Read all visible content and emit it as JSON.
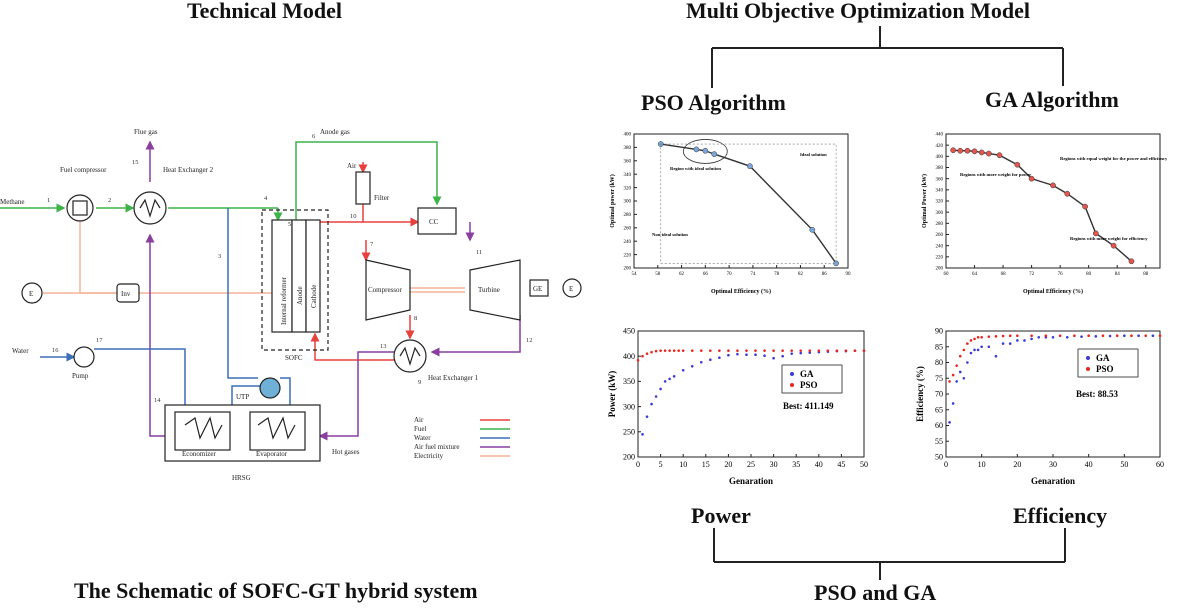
{
  "headings": {
    "technical_model": "Technical Model",
    "moo_model": "Multi Objective Optimization Model",
    "pso_algorithm": "PSO Algorithm",
    "ga_algorithm": "GA Algorithm",
    "power": "Power",
    "efficiency": "Efficiency",
    "pso_and_ga": "PSO and GA",
    "schematic_caption": "The Schematic of SOFC-GT hybrid system"
  },
  "schematic": {
    "labels": {
      "methane": "Methane",
      "fuel_compressor": "Fuel compressor",
      "heat_exchanger_2": "Heat Exchanger 2",
      "flue_gas": "Flue gas",
      "anode_gas": "Anode gas",
      "air": "Air",
      "filter": "Filter",
      "cc": "CC",
      "compressor": "Compressor",
      "turbine": "Turbine",
      "ge": "GE",
      "e": "E",
      "inv": "Inv",
      "internal_reformer": "Internal reformer",
      "anode": "Anode",
      "cathode": "Cathode",
      "sofc": "SOFC",
      "heat_exchanger_1": "Heat Exchanger 1",
      "water": "Water",
      "pump": "Pump",
      "economizer": "Economizer",
      "evaporator": "Evaporator",
      "hrsg": "HRSG",
      "hot_gases": "Hot gases",
      "utp": "UTP"
    },
    "stream_numbers": [
      "1",
      "2",
      "3",
      "4",
      "5",
      "6",
      "7",
      "8",
      "9",
      "10",
      "11",
      "12",
      "13",
      "14",
      "15",
      "16",
      "17"
    ],
    "legend": [
      {
        "label": "Air",
        "color": "#e8413c"
      },
      {
        "label": "Fuel",
        "color": "#3db34a"
      },
      {
        "label": "Water",
        "color": "#3a6fb8"
      },
      {
        "label": "Air fuel mixture",
        "color": "#8a3fa0"
      },
      {
        "label": "Electricity",
        "color": "#f4b49a"
      }
    ]
  },
  "chart_data": [
    {
      "type": "line",
      "panel": "PSO pareto front",
      "xlabel": "Optimal Efficiency (%)",
      "ylabel": "Optimal power (kW)",
      "xlim": [
        54,
        90
      ],
      "ylim": [
        200,
        400
      ],
      "xticks": [
        "54",
        "58",
        "62",
        "66",
        "70",
        "74",
        "78",
        "82",
        "86",
        "90"
      ],
      "yticks": [
        "200",
        "220",
        "240",
        "260",
        "280",
        "300",
        "320",
        "340",
        "360",
        "380",
        "400"
      ],
      "annotations": [
        "Region with ideal solution",
        "Ideal solution",
        "Non-ideal solution"
      ],
      "x": [
        58.5,
        64.5,
        66,
        67.5,
        73.5,
        84,
        88
      ],
      "y": [
        385,
        377,
        375,
        370,
        352,
        257,
        207
      ]
    },
    {
      "type": "line",
      "panel": "GA pareto front",
      "xlabel": "Optimal Efficiency (%)",
      "ylabel": "Optimal Power (kW)",
      "xlim": [
        60,
        90
      ],
      "ylim": [
        200,
        440
      ],
      "xticks": [
        "60",
        "64",
        "68",
        "72",
        "76",
        "80",
        "84",
        "88"
      ],
      "yticks": [
        "200",
        "220",
        "240",
        "260",
        "280",
        "300",
        "320",
        "340",
        "360",
        "380",
        "400",
        "420",
        "440"
      ],
      "annotations": [
        "Regions with equal weight for the power and efficiency",
        "Regions with more weight for power",
        "Regions with more weight for efficiency"
      ],
      "x": [
        61,
        62,
        63,
        64,
        65,
        66,
        67.5,
        70,
        72,
        75,
        77,
        79.5,
        81,
        83.5,
        86
      ],
      "y": [
        411,
        410,
        410,
        409,
        407,
        405,
        402,
        385,
        360,
        348,
        333,
        310,
        262,
        240,
        212
      ]
    },
    {
      "type": "scatter",
      "panel": "Power convergence",
      "xlabel": "Genaration",
      "ylabel": "Power (kW)",
      "xlim": [
        0,
        50
      ],
      "ylim": [
        200,
        450
      ],
      "xticks": [
        "0",
        "5",
        "10",
        "15",
        "20",
        "25",
        "30",
        "35",
        "40",
        "45",
        "50"
      ],
      "yticks": [
        "200",
        "250",
        "300",
        "350",
        "400",
        "450"
      ],
      "legend": [
        "GA",
        "PSO"
      ],
      "best_label": "Best: 411.149",
      "series": [
        {
          "name": "GA",
          "color": "#3b3bd6",
          "x": [
            1,
            2,
            3,
            4,
            5,
            6,
            7,
            8,
            10,
            12,
            14,
            16,
            18,
            20,
            22,
            24,
            26,
            28,
            30,
            32,
            34,
            36,
            38,
            40,
            42,
            44,
            46,
            48,
            50
          ],
          "y": [
            245,
            280,
            305,
            320,
            335,
            350,
            355,
            360,
            372,
            380,
            388,
            393,
            397,
            402,
            404,
            403,
            403,
            401,
            396,
            400,
            405,
            406,
            407,
            408,
            409,
            410,
            410,
            411,
            411
          ]
        },
        {
          "name": "PSO",
          "color": "#e8251e",
          "x": [
            0,
            1,
            2,
            3,
            4,
            5,
            6,
            7,
            8,
            9,
            10,
            12,
            14,
            16,
            18,
            20,
            22,
            24,
            26,
            28,
            30,
            32,
            34,
            36,
            38,
            40,
            42,
            44,
            46,
            48,
            50
          ],
          "y": [
            392,
            400,
            405,
            408,
            410,
            411,
            411,
            411,
            411,
            411,
            411,
            411,
            411,
            411,
            411,
            411,
            411,
            411,
            411,
            411,
            411,
            411,
            411,
            411,
            411,
            411,
            411,
            411,
            411,
            411,
            411
          ]
        }
      ]
    },
    {
      "type": "scatter",
      "panel": "Efficiency convergence",
      "xlabel": "Genaration",
      "ylabel": "Efficiency (%)",
      "xlim": [
        0,
        60
      ],
      "ylim": [
        50,
        90
      ],
      "xticks": [
        "0",
        "10",
        "20",
        "30",
        "40",
        "50",
        "60"
      ],
      "yticks": [
        "50",
        "55",
        "60",
        "65",
        "70",
        "75",
        "80",
        "85",
        "90"
      ],
      "legend": [
        "GA",
        "PSO"
      ],
      "best_label": "Best: 88.53",
      "series": [
        {
          "name": "GA",
          "color": "#3b3bd6",
          "x": [
            1,
            2,
            3,
            4,
            5,
            6,
            7,
            8,
            9,
            10,
            12,
            14,
            16,
            18,
            20,
            22,
            24,
            26,
            28,
            30,
            34,
            38,
            42,
            46,
            50,
            54,
            58
          ],
          "y": [
            61,
            67,
            74,
            77,
            75,
            80,
            83,
            84,
            84,
            85,
            85,
            82,
            86,
            86,
            87,
            87,
            87.5,
            88,
            88,
            88,
            88,
            88.2,
            88.3,
            88.4,
            88.5,
            88.5,
            88.5
          ]
        },
        {
          "name": "PSO",
          "color": "#e8251e",
          "x": [
            1,
            2,
            3,
            4,
            5,
            6,
            7,
            8,
            9,
            10,
            12,
            14,
            16,
            18,
            20,
            24,
            28,
            32,
            36,
            40,
            44,
            48,
            52,
            56,
            60
          ],
          "y": [
            74,
            76,
            79,
            82,
            84,
            86,
            87,
            87.5,
            88,
            88,
            88.2,
            88.3,
            88.4,
            88.5,
            88.5,
            88.5,
            88.5,
            88.5,
            88.5,
            88.5,
            88.5,
            88.5,
            88.5,
            88.5,
            88.5
          ]
        }
      ]
    }
  ]
}
